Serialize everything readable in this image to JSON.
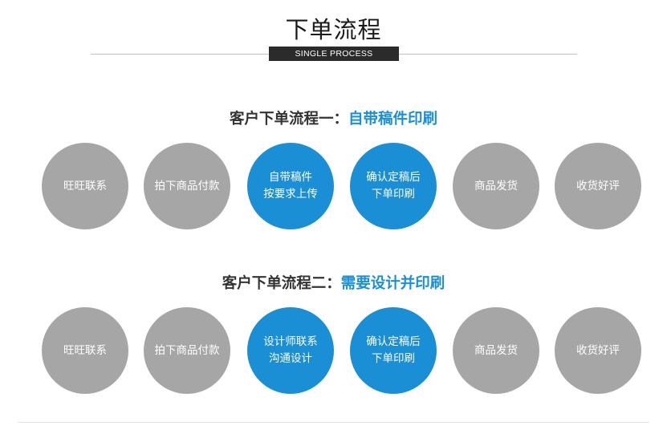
{
  "header": {
    "title": "下单流程",
    "subtitle": "SINGLE PROCESS"
  },
  "colors": {
    "accent": "#1a8fd6",
    "inactive": "#a6a6a6",
    "heading": "#333333"
  },
  "processes": [
    {
      "heading_prefix": "客户下单流程一：",
      "heading_highlight": "自带稿件印刷",
      "steps": [
        {
          "label": "旺旺联系",
          "style": "grey"
        },
        {
          "label": "拍下商品付款",
          "style": "grey"
        },
        {
          "label": "自带稿件\n按要求上传",
          "style": "blue"
        },
        {
          "label": "确认定稿后\n下单印刷",
          "style": "blue"
        },
        {
          "label": "商品发货",
          "style": "grey"
        },
        {
          "label": "收货好评",
          "style": "grey"
        }
      ]
    },
    {
      "heading_prefix": "客户下单流程二：",
      "heading_highlight": "需要设计并印刷",
      "steps": [
        {
          "label": "旺旺联系",
          "style": "grey"
        },
        {
          "label": "拍下商品付款",
          "style": "grey"
        },
        {
          "label": "设计师联系\n沟通设计",
          "style": "blue"
        },
        {
          "label": "确认定稿后\n下单印刷",
          "style": "blue"
        },
        {
          "label": "商品发货",
          "style": "grey"
        },
        {
          "label": "收货好评",
          "style": "grey"
        }
      ]
    }
  ]
}
